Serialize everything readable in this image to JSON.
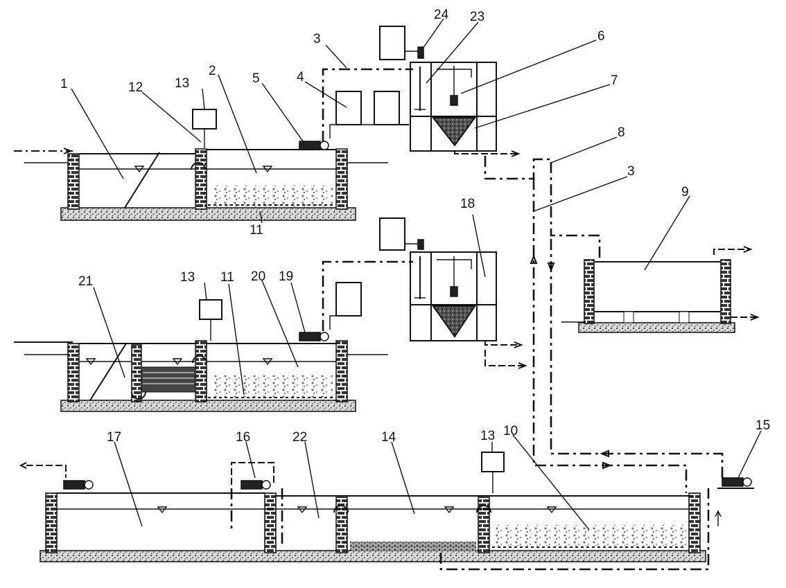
{
  "labels": {
    "l1": "1",
    "l2": "2",
    "l3a": "3",
    "l3b": "3",
    "l4": "4",
    "l5": "5",
    "l6": "6",
    "l7": "7",
    "l8": "8",
    "l9": "9",
    "l10": "10",
    "l11a": "11",
    "l11b": "11",
    "l12": "12",
    "l13a": "13",
    "l13b": "13",
    "l13c": "13",
    "l14": "14",
    "l15": "15",
    "l16": "16",
    "l17": "17",
    "l18": "18",
    "l19": "19",
    "l20": "20",
    "l21": "21",
    "l22": "22",
    "l23": "23",
    "l24": "24"
  }
}
